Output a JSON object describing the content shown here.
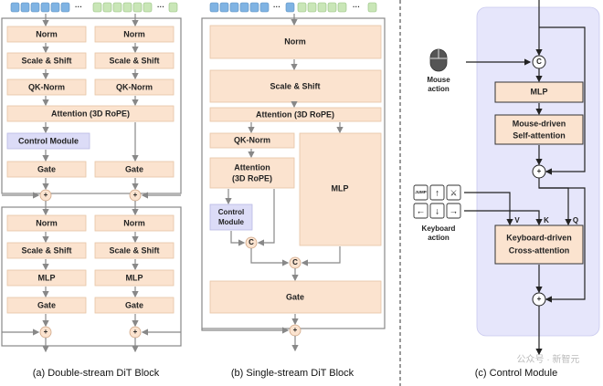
{
  "panel_a": {
    "caption": "(a) Double-stream DiT Block",
    "norm": "Norm",
    "scale_shift": "Scale & Shift",
    "qk_norm": "QK-Norm",
    "attention": "Attention (3D RoPE)",
    "control_module": "Control Module",
    "gate": "Gate",
    "mlp": "MLP",
    "plus": "+",
    "ellipsis": "···"
  },
  "panel_b": {
    "caption": "(b) Single-stream DiT Block",
    "norm": "Norm",
    "scale_shift": "Scale & Shift",
    "attention_wide": "Attention (3D RoPE)",
    "qk_norm": "QK-Norm",
    "attention_line1": "Attention",
    "attention_line2": "(3D RoPE)",
    "control_line1": "Control",
    "control_line2": "Module",
    "mlp": "MLP",
    "gate": "Gate",
    "concat": "C",
    "plus": "+",
    "ellipsis": "···"
  },
  "panel_c": {
    "caption": "(c) Control Module",
    "mouse_label_line1": "Mouse",
    "mouse_label_line2": "action",
    "mlp": "MLP",
    "mouse_attn_line1": "Mouse-driven",
    "mouse_attn_line2": "Self-attention",
    "keyboard_attn_line1": "Keyboard-driven",
    "keyboard_attn_line2": "Cross-attention",
    "keyboard_label_line1": "Keyboard",
    "keyboard_label_line2": "action",
    "key_jump": "JUMP",
    "label_v": "V",
    "label_k": "K",
    "label_q": "Q",
    "concat": "C",
    "plus": "+"
  },
  "watermark": "公众号 · 新智元",
  "colors": {
    "block_fill": "#fbe3cf",
    "control_fill": "#dcdcf7",
    "control_panel_bg": "#e6e6fb",
    "token_blue": "#7fb3e3",
    "token_green": "#c9e6b7"
  }
}
